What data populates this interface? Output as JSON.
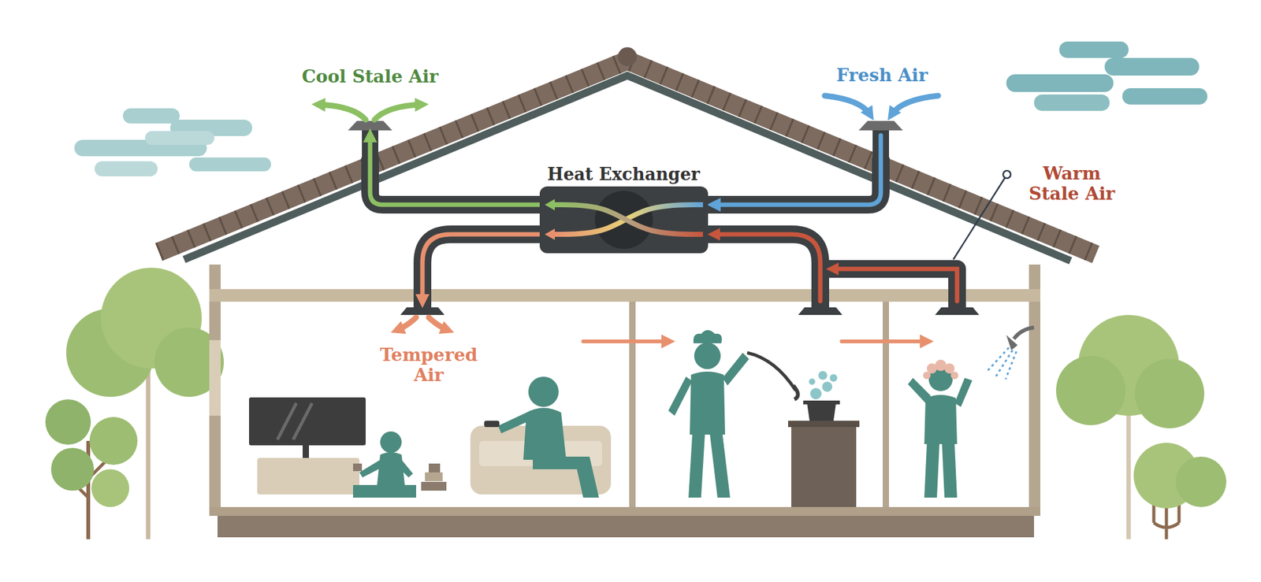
{
  "diagram": {
    "nodes": [
      {
        "text": [
          "Heat Exchanger"
        ]
      }
    ],
    "labels": [
      "Cool Stale Air",
      "Fresh Air",
      "Warm Stale Air",
      "Tempered Air"
    ]
  }
}
